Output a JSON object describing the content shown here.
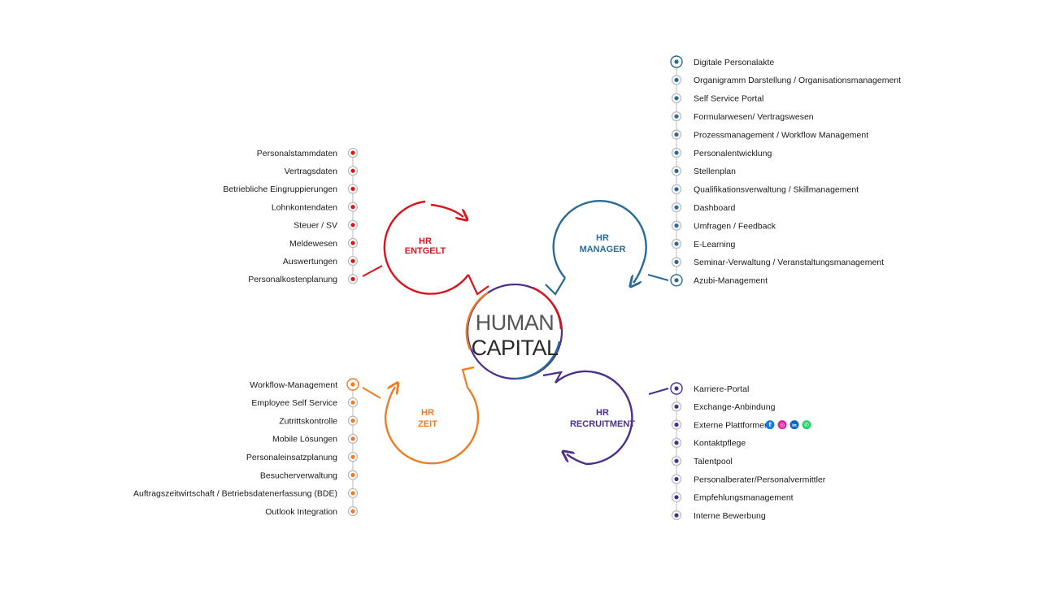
{
  "center": {
    "line1": "HUMAN",
    "line2": "CAPITAL"
  },
  "modules": {
    "entgelt": {
      "line1": "HR",
      "line2": "ENTGELT",
      "color": "#d9141b",
      "items": [
        "Personalstammdaten",
        "Vertragsdaten",
        "Betriebliche Eingruppierungen",
        "Lohnkontendaten",
        "Steuer / SV",
        "Meldewesen",
        "Auswertungen",
        "Personalkostenplanung"
      ]
    },
    "manager": {
      "line1": "HR",
      "line2": "MANAGER",
      "color": "#2a6b96",
      "items": [
        "Digitale Personalakte",
        "Organigramm Darstellung / Organisationsmanagement",
        "Self Service Portal",
        "Formularwesen/ Vertragswesen",
        "Prozessmanagement / Workflow Management",
        "Personalentwicklung",
        "Stellenplan",
        "Qualifikationsverwaltung / Skillmanagement",
        "Dashboard",
        "Umfragen / Feedback",
        "E-Learning",
        "Seminar-Verwaltung / Veranstaltungsmanagement",
        "Azubi-Management"
      ]
    },
    "zeit": {
      "line1": "HR",
      "line2": "ZEIT",
      "color": "#f07c22",
      "items": [
        "Workflow-Management",
        "Employee Self Service",
        "Zutrittskontrolle",
        "Mobile Lösungen",
        "Personaleinsatzplanung",
        "Besucherverwaltung",
        "Auftragszeitwirtschaft / Betriebsdatenerfassung (BDE)",
        "Outlook Integration"
      ]
    },
    "recruitment": {
      "line1": "HR",
      "line2": "RECRUITMENT",
      "color": "#4a2f8f",
      "items": [
        "Karriere-Portal",
        "Exchange-Anbindung",
        "Externe Plattformen",
        "Kontaktpflege",
        "Talentpool",
        "Personalberater/Personalvermittler",
        "Empfehlungsmanagement",
        "Interne Bewerbung"
      ]
    }
  },
  "social_icons": [
    {
      "name": "facebook-icon",
      "color": "#1877f2"
    },
    {
      "name": "instagram-icon",
      "color": "#d6249f"
    },
    {
      "name": "linkedin-icon",
      "color": "#0a66c2"
    },
    {
      "name": "whatsapp-icon",
      "color": "#25d366"
    }
  ]
}
